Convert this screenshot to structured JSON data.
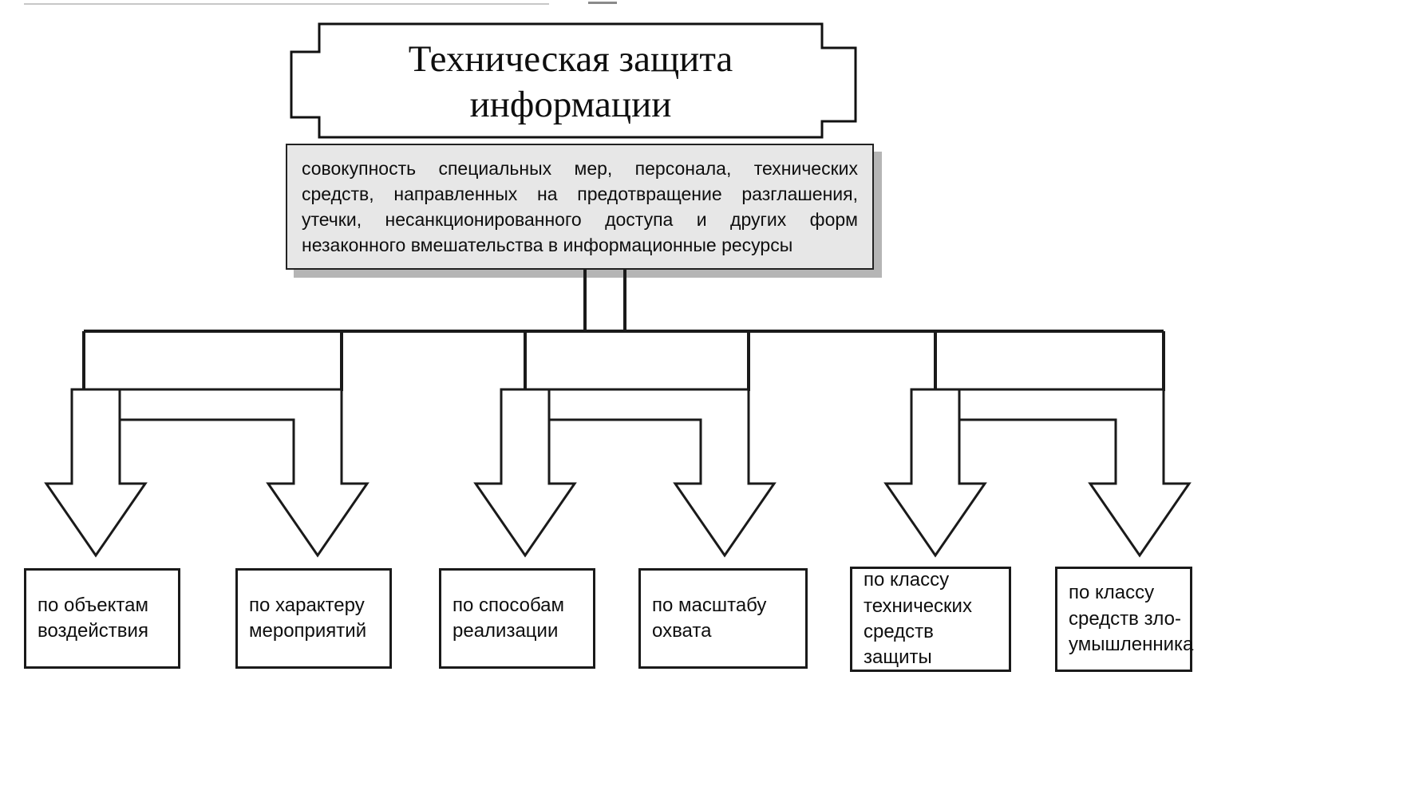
{
  "title": {
    "text": "Техническая защита\nинформации"
  },
  "definition": {
    "text": "совокупность специальных мер, персонала, технических средств, направленных на предотвращение разглашения, утечки, несанкционированного доступа и других форм незаконного вмешательства в информационные ресурсы"
  },
  "categories": [
    "по объектам\nвоздействия",
    "по характеру\nмероприятий",
    "по способам\nреализации",
    "по масштабу\nохвата",
    "по классу\nтехнических\nсредств защиты",
    "по классу\nсредств зло-\nумышленника"
  ],
  "icons": {
    "branch_arrow": "down-arrow"
  },
  "colors": {
    "background": "#ffffff",
    "line": "#1a1a1a",
    "definition_fill": "#e7e7e7",
    "definition_shadow": "#b5b5b5",
    "box_fill": "#ffffff"
  }
}
